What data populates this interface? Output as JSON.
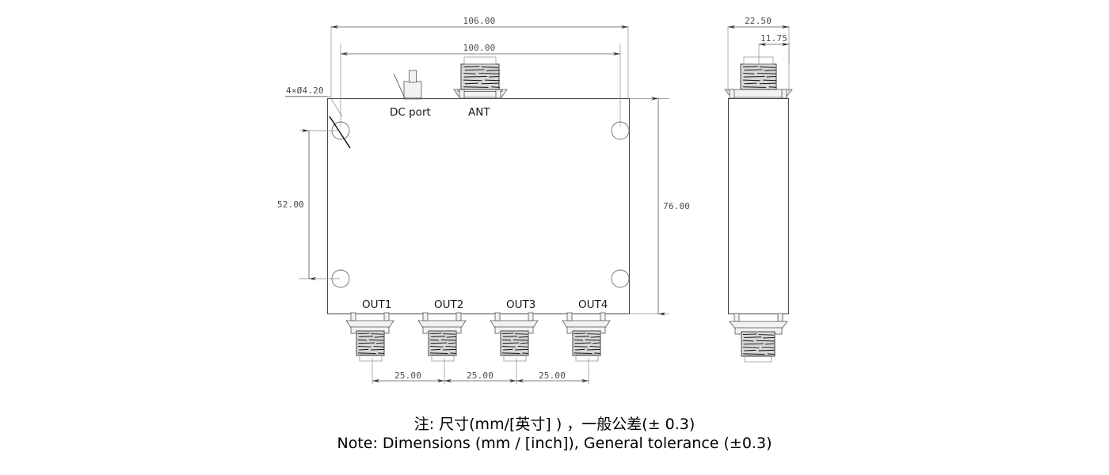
{
  "drawing": {
    "type": "mechanical-dimension-drawing",
    "units": "mm",
    "views": {
      "front": {
        "name": "front-view",
        "dimensions": {
          "overall_width": "106.00",
          "inner_width": "100.00",
          "overall_height": "76.00",
          "hole_spacing_vertical": "52.00",
          "mounting_hole_note": "4×Ø4.20"
        },
        "port_labels": {
          "dc": "DC port",
          "ant": "ANT",
          "out1": "OUT1",
          "out2": "OUT2",
          "out3": "OUT3",
          "out4": "OUT4"
        },
        "connector_pitches": [
          "25.00",
          "25.00",
          "25.00"
        ]
      },
      "side": {
        "name": "side-view",
        "dimensions": {
          "overall_depth": "22.50",
          "connector_offset": "11.75"
        }
      }
    },
    "notes": {
      "line_cn": "注: 尺寸(mm/[英寸] ) ，一般公差(± 0.3)",
      "line_en": "Note: Dimensions (mm / [inch]), General tolerance (±0.3)"
    },
    "colors": {
      "line": "#555555",
      "text": "#1a1a1a",
      "dim_text": "#4a4a4a",
      "background": "#ffffff",
      "thread_fill": "#d8d8d8"
    }
  }
}
